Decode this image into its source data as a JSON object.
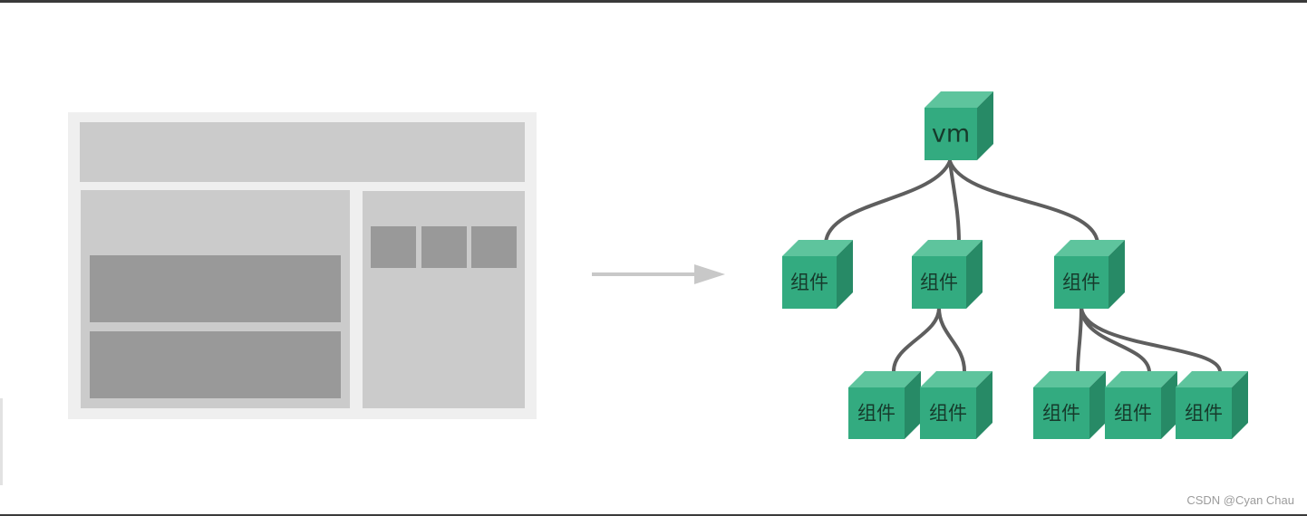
{
  "tree": {
    "root_label": "vm",
    "level1": [
      {
        "label": "组件"
      },
      {
        "label": "组件"
      },
      {
        "label": "组件"
      }
    ],
    "level2": [
      {
        "label": "组件"
      },
      {
        "label": "组件"
      },
      {
        "label": "组件"
      },
      {
        "label": "组件"
      },
      {
        "label": "组件"
      }
    ]
  },
  "colors": {
    "cube_front": "#33ab80",
    "cube_top": "#5ec49d",
    "cube_side": "#278a66",
    "connector": "#5e5e5e",
    "arrow": "#c8c8c8",
    "wireframe_bg": "#efefef",
    "wireframe_panel": "#cbcbcb",
    "wireframe_block": "#999999"
  },
  "watermark": "CSDN @Cyan Chau"
}
